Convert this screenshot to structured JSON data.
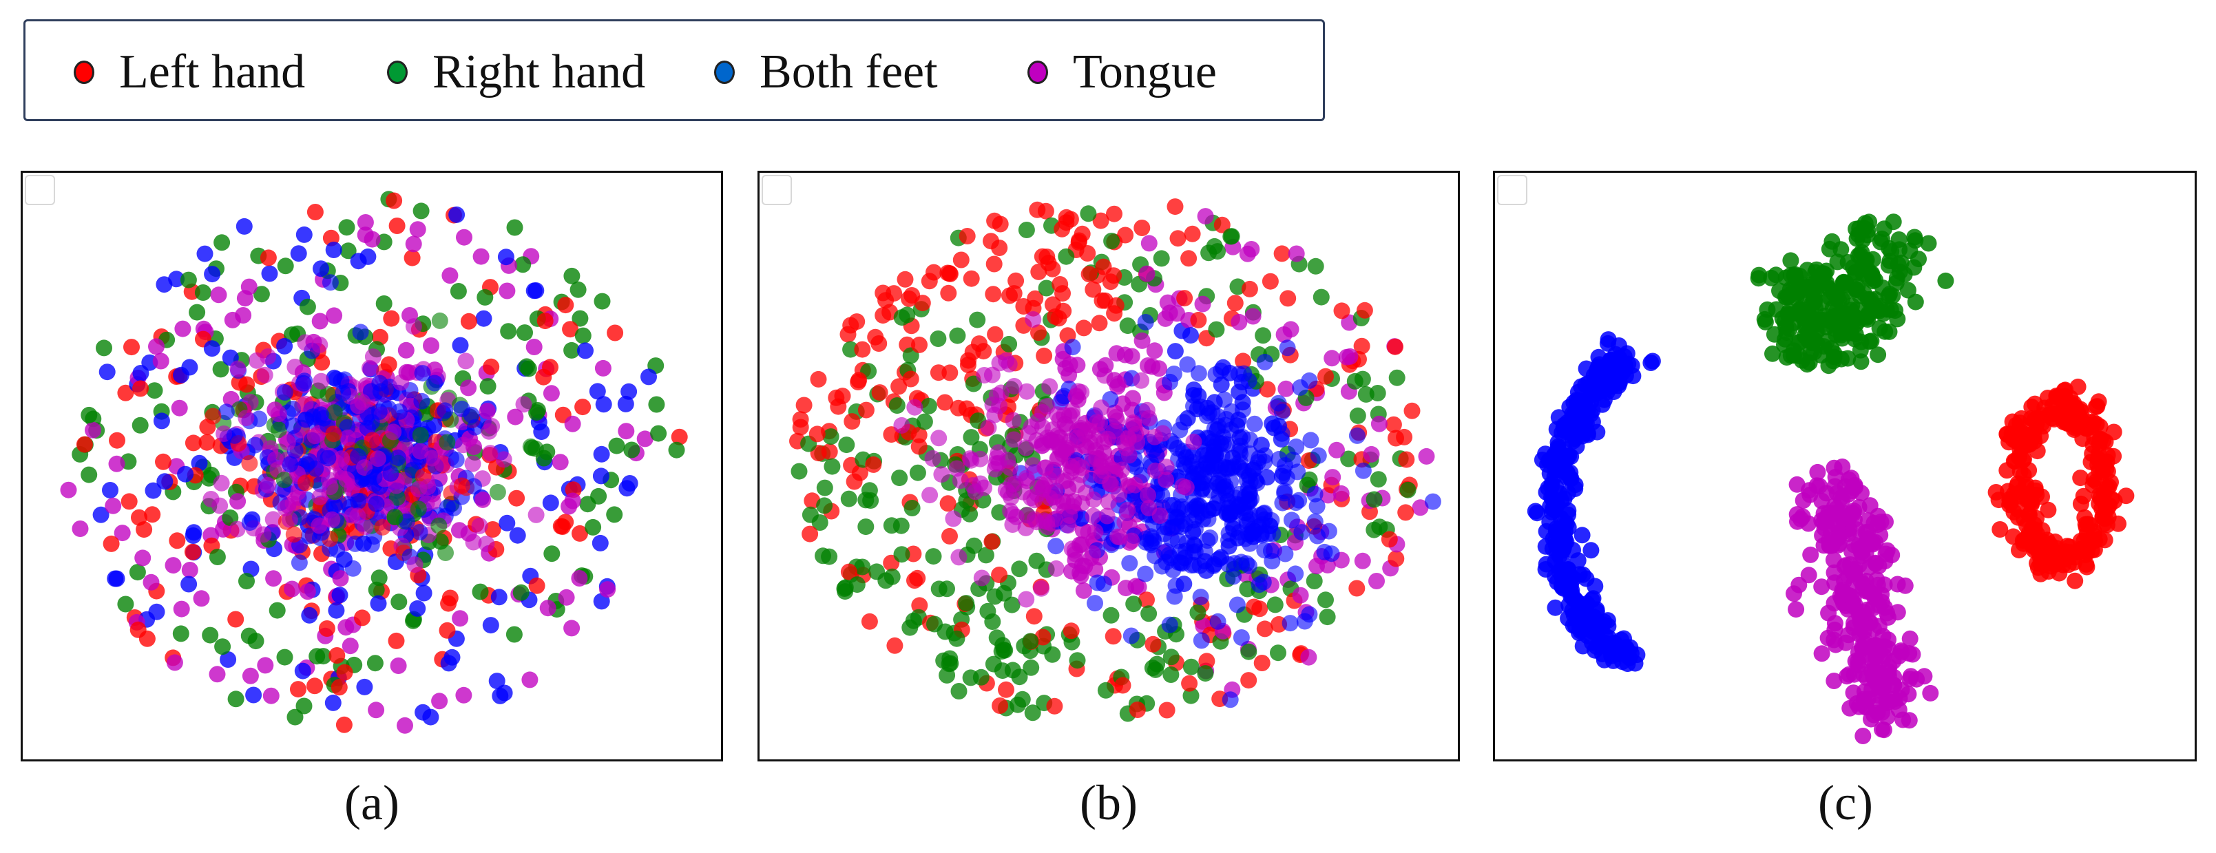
{
  "legend": [
    {
      "label": "Left hand",
      "color": "#ff0000",
      "icon": "red-circle-icon"
    },
    {
      "label": "Right hand",
      "color": "#008000",
      "icon": "green-circle-icon"
    },
    {
      "label": "Both feet",
      "color": "#0000ff",
      "icon": "blue-circle-icon"
    },
    {
      "label": "Tongue",
      "color": "#c000c0",
      "icon": "magenta-circle-icon"
    }
  ],
  "captions": [
    "(a)",
    "(b)",
    "(c)"
  ],
  "chart_data": [
    {
      "type": "scatter",
      "caption": "(a)",
      "axes_visible": false,
      "grid": false,
      "legend_placement": "top-left (shared)",
      "series": [
        {
          "name": "Left hand",
          "color": "#ff0000",
          "pattern": "spread across a round cloud, mixed with other classes"
        },
        {
          "name": "Right hand",
          "color": "#008000",
          "pattern": "spread across a round cloud, mixed with other classes"
        },
        {
          "name": "Both feet",
          "color": "#0000ff",
          "pattern": "spread across a round cloud, dense in centre"
        },
        {
          "name": "Tongue",
          "color": "#c000c0",
          "pattern": "spread across a round cloud, dense in centre"
        }
      ]
    },
    {
      "type": "scatter",
      "caption": "(b)",
      "axes_visible": false,
      "grid": false,
      "series": [
        {
          "name": "Left hand",
          "color": "#ff0000",
          "pattern": "upper-left and outer regions"
        },
        {
          "name": "Right hand",
          "color": "#008000",
          "pattern": "left and lower regions"
        },
        {
          "name": "Both feet",
          "color": "#0000ff",
          "pattern": "dense cluster centre-right"
        },
        {
          "name": "Tongue",
          "color": "#c000c0",
          "pattern": "centre, between left/right groups"
        }
      ]
    },
    {
      "type": "scatter",
      "caption": "(c)",
      "axes_visible": false,
      "grid": false,
      "series": [
        {
          "name": "Left hand",
          "color": "#ff0000",
          "pattern": "compact cluster at right"
        },
        {
          "name": "Right hand",
          "color": "#008000",
          "pattern": "compact cluster at top"
        },
        {
          "name": "Both feet",
          "color": "#0000ff",
          "pattern": "arc-shaped cluster at left"
        },
        {
          "name": "Tongue",
          "color": "#c000c0",
          "pattern": "elongated cluster at bottom centre"
        }
      ]
    }
  ]
}
